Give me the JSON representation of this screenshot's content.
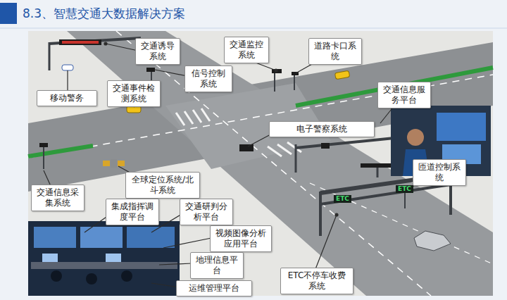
{
  "diagram": {
    "title": "8.3、智慧交通大数据解决方案",
    "nodes": [
      {
        "text": [
          "交通诱导 系统"
        ]
      },
      {
        "text": [
          "交通监控 系统"
        ]
      },
      {
        "text": [
          "道路卡口系 统"
        ]
      },
      {
        "text": [
          "信号控制 系统"
        ]
      },
      {
        "text": [
          "交通事件检 测系统"
        ]
      },
      {
        "text": [
          "移动警务"
        ]
      },
      {
        "text": [
          "交通信息服 务平台"
        ]
      },
      {
        "text": [
          "电子警察系统"
        ]
      },
      {
        "text": [
          "匝道控制系 统"
        ]
      },
      {
        "text": [
          "全球定位系统/北 斗系统"
        ]
      },
      {
        "text": [
          "交通信息采 集系统"
        ]
      },
      {
        "text": [
          "集成指挥调 度平台"
        ]
      },
      {
        "text": [
          "交通研判分 析平台"
        ]
      },
      {
        "text": [
          "视频图像分析 应用平台"
        ]
      },
      {
        "text": [
          "地理信息平 台"
        ]
      },
      {
        "text": [
          "运维管理平台"
        ]
      },
      {
        "text": [
          "ETC不停车收费 系统"
        ]
      }
    ],
    "labels": [
      "ETC",
      "ETC"
    ]
  }
}
